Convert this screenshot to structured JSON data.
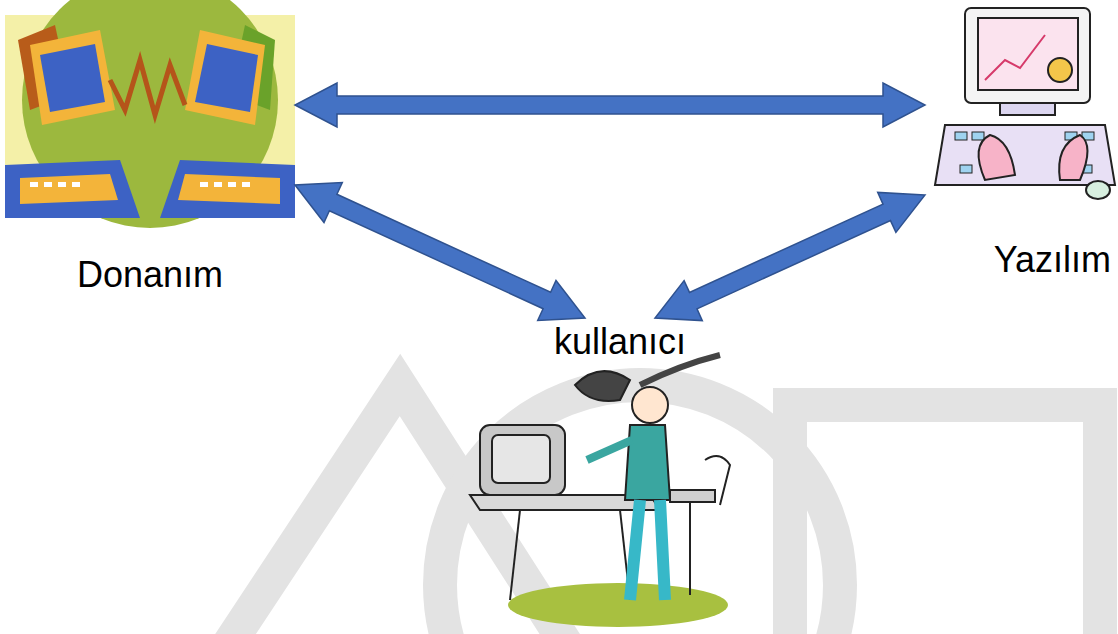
{
  "diagram": {
    "nodes": [
      {
        "text": [
          "Donanım"
        ]
      },
      {
        "text": [
          "Yazılım"
        ]
      },
      {
        "text": [
          "kullanıcı"
        ]
      }
    ],
    "edges": [
      {
        "from": 0,
        "to": 1,
        "arrow": "both"
      },
      {
        "from": 0,
        "to": 2,
        "arrow": "both"
      },
      {
        "from": 1,
        "to": 2,
        "arrow": "both"
      }
    ]
  }
}
